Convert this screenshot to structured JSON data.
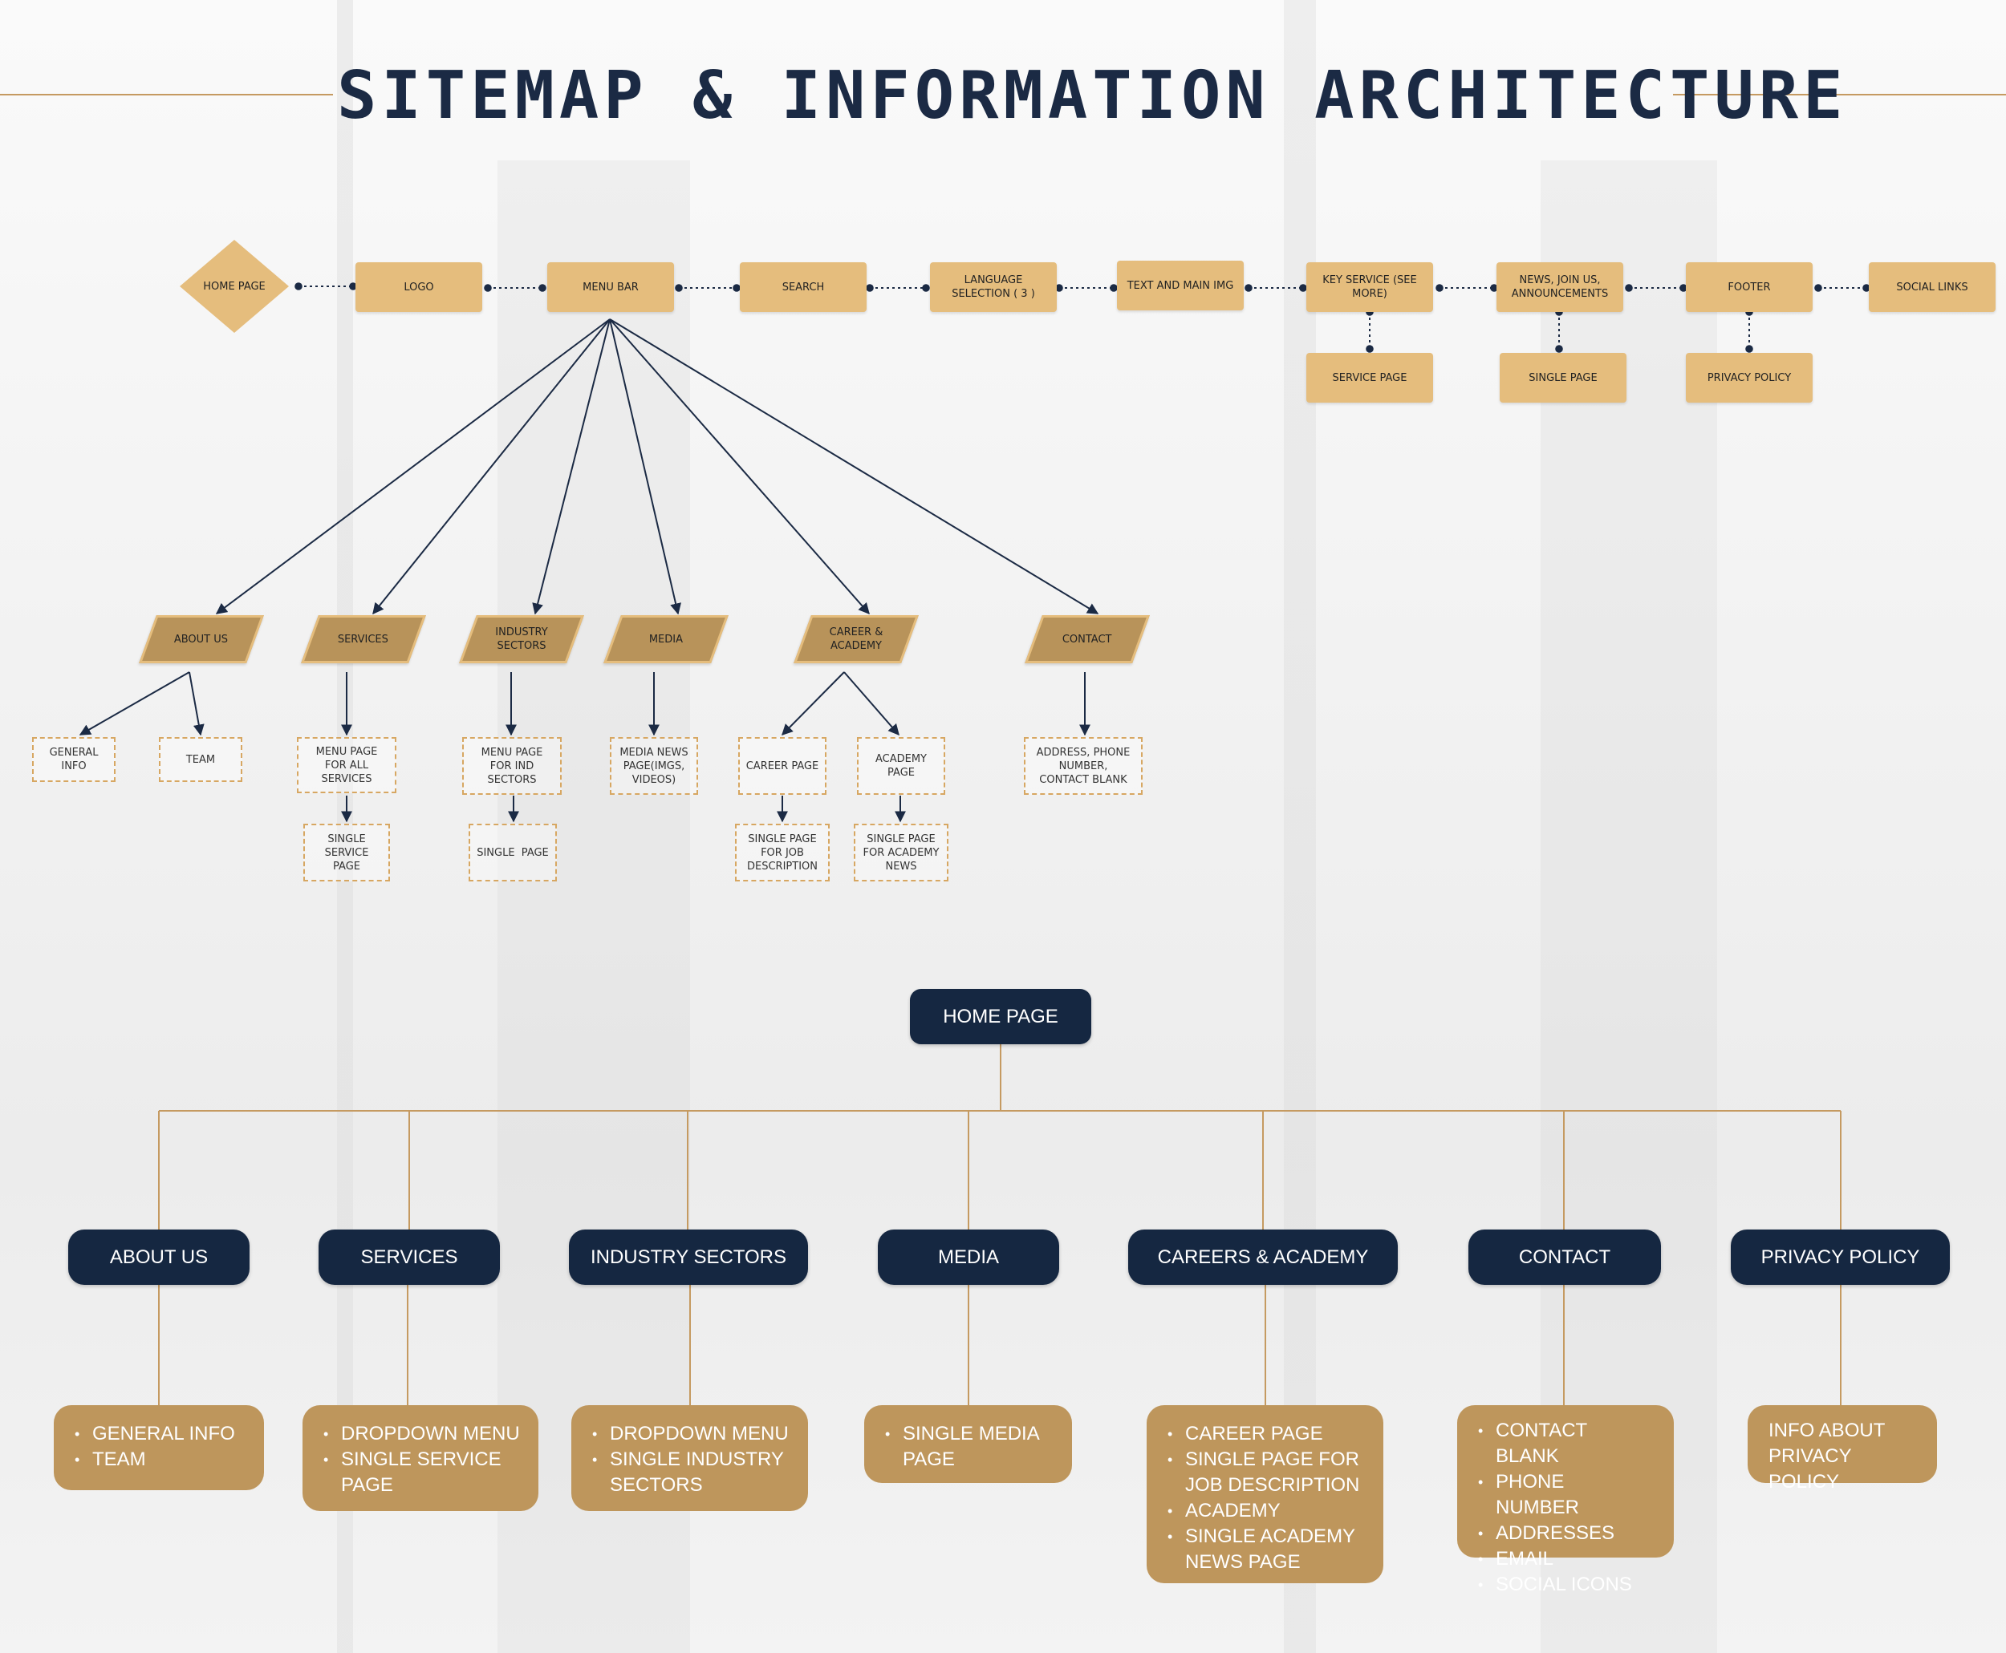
{
  "title": "SITEMAP & INFORMATION ARCHITECTURE",
  "colors": {
    "navy": "#152741",
    "gold": "#e5bd7d",
    "tan": "#be965c",
    "line": "#c59a61"
  },
  "flow": {
    "home": "HOME PAGE",
    "logo": "LOGO",
    "menu_bar": "MENU BAR",
    "search": "SEARCH",
    "language": "LANGUAGE SELECTION ( 3 )",
    "text_img": "TEXT AND MAIN IMG",
    "key_service": "KEY SERVICE (SEE MORE)",
    "news": "NEWS, JOIN US, ANNOUNCEMENTS",
    "footer": "FOOTER",
    "social": "SOCIAL LINKS",
    "service_page": "SERVICE PAGE",
    "single_page": "SINGLE PAGE",
    "privacy": "PRIVACY POLICY"
  },
  "menu": {
    "about": "ABOUT US",
    "services": "SERVICES",
    "industry": "INDUSTRY SECTORS",
    "media": "MEDIA",
    "career": "CAREER & ACADEMY",
    "contact": "CONTACT"
  },
  "sub": {
    "general_info": "GENERAL INFO",
    "team": "TEAM",
    "menu_all_services": "MENU PAGE FOR ALL SERVICES",
    "single_service": "SINGLE SERVICE PAGE",
    "menu_ind_sectors": "MENU PAGE FOR IND SECTORS",
    "single_page": "SINGLE  PAGE",
    "media_news": "MEDIA NEWS PAGE(IMGS, VIDEOS)",
    "career_page": "CAREER PAGE",
    "academy_page": "ACADEMY PAGE",
    "single_job": "SINGLE PAGE FOR JOB DESCRIPTION",
    "single_academy": "SINGLE PAGE FOR ACADEMY NEWS",
    "contact_info": "ADDRESS, PHONE NUMBER, CONTACT BLANK"
  },
  "tree": {
    "root": "HOME PAGE",
    "sections": [
      {
        "label": "ABOUT US",
        "items": [
          "GENERAL INFO",
          "TEAM"
        ]
      },
      {
        "label": "SERVICES",
        "items": [
          "DROPDOWN MENU",
          "SINGLE SERVICE PAGE"
        ]
      },
      {
        "label": "INDUSTRY SECTORS",
        "items": [
          "DROPDOWN MENU",
          "SINGLE INDUSTRY SECTORS"
        ]
      },
      {
        "label": "MEDIA",
        "items": [
          "SINGLE MEDIA PAGE"
        ]
      },
      {
        "label": "CAREERS & ACADEMY",
        "items": [
          "CAREER PAGE",
          "SINGLE PAGE FOR JOB DESCRIPTION",
          "ACADEMY",
          "SINGLE ACADEMY NEWS PAGE"
        ]
      },
      {
        "label": "CONTACT",
        "items": [
          "CONTACT BLANK",
          "PHONE NUMBER",
          "ADDRESSES",
          "EMAIL",
          "SOCIAL ICONS"
        ]
      },
      {
        "label": "PRIVACY POLICY",
        "text": "INFO ABOUT PRIVACY POLICY"
      }
    ]
  }
}
